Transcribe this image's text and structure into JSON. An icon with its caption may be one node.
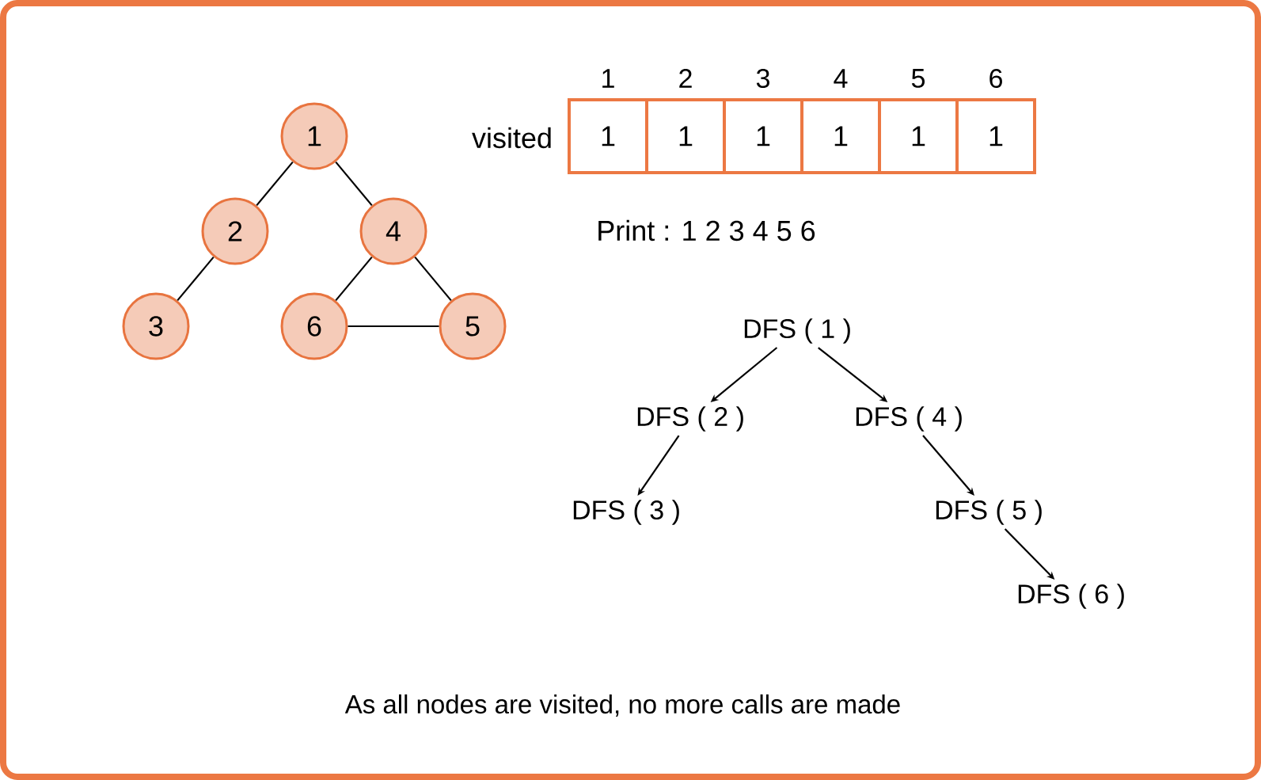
{
  "diagram": {
    "caption": "As all nodes are visited, no more calls are made",
    "nodes": [
      {
        "text": [
          "1"
        ]
      },
      {
        "text": [
          "2"
        ]
      },
      {
        "text": [
          "4"
        ]
      },
      {
        "text": [
          "3"
        ]
      },
      {
        "text": [
          "6"
        ]
      },
      {
        "text": [
          "5"
        ]
      },
      {
        "text": [
          "1"
        ]
      },
      {
        "text": [
          "1"
        ]
      },
      {
        "text": [
          "1"
        ]
      },
      {
        "text": [
          "1"
        ]
      },
      {
        "text": [
          "1"
        ]
      },
      {
        "text": [
          "1"
        ]
      },
      {
        "text": [
          "DFS ( 1 )"
        ]
      },
      {
        "text": [
          "DFS ( 2 )"
        ]
      },
      {
        "text": [
          "DFS ( 4 )"
        ]
      },
      {
        "text": [
          "DFS ( 3 )"
        ]
      },
      {
        "text": [
          "DFS ( 5 )"
        ]
      },
      {
        "text": [
          "DFS ( 6 )"
        ]
      }
    ],
    "edges": [
      {
        "from": 0,
        "to": 1,
        "arrow": "none"
      },
      {
        "from": 0,
        "to": 2,
        "arrow": "none"
      },
      {
        "from": 1,
        "to": 3,
        "arrow": "none"
      },
      {
        "from": 2,
        "to": 4,
        "arrow": "none"
      },
      {
        "from": 2,
        "to": 5,
        "arrow": "none"
      },
      {
        "from": 4,
        "to": 5,
        "arrow": "none"
      },
      {
        "from": 12,
        "to": 13,
        "arrow": "to"
      },
      {
        "from": 12,
        "to": 14,
        "arrow": "to"
      },
      {
        "from": 13,
        "to": 15,
        "arrow": "to"
      },
      {
        "from": 14,
        "to": 16,
        "arrow": "to"
      },
      {
        "from": 16,
        "to": 17,
        "arrow": "to"
      }
    ],
    "labels": [
      "1",
      "2",
      "3",
      "4",
      "5",
      "6",
      "visited",
      "Print : 1 2 3 4 5 6"
    ]
  }
}
